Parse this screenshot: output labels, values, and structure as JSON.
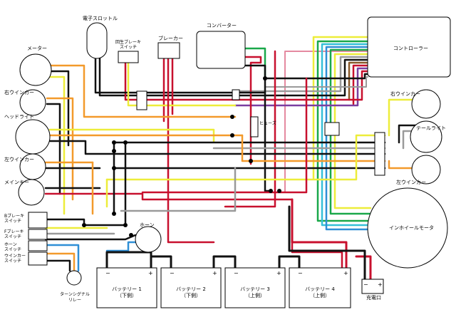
{
  "components": {
    "meter": "メーター",
    "right_winker_left": "右ウインカー",
    "headlight": "ヘッドライト",
    "left_winker_left": "左ウインカー",
    "main_key": "メインキー",
    "throttle": "電子スロットル",
    "rear_brake_switch_top_l1": "回生ブレーキ",
    "rear_brake_switch_top_l2": "スイッチ",
    "brake": "ブレーカー",
    "converter": "コンバーター",
    "controller": "コントローラー",
    "fuse": "ヒューズ",
    "right_winker_right": "右ウインカー",
    "tail_light": "テールライト",
    "left_winker_right": "左ウインカー",
    "in_wheel_motor": "インホイールモータ",
    "b_brake_l1": "Bブレーキ",
    "b_brake_l2": "スイッチ",
    "f_brake_l1": "Fブレーキ",
    "f_brake_l2": "スイッチ",
    "horn_switch_l1": "ホーン",
    "horn_switch_l2": "スイッチ",
    "winker_switch_l1": "ウインカー",
    "winker_switch_l2": "スイッチ",
    "horn": "ホーン",
    "turn_relay_l1": "ターンシグナル",
    "turn_relay_l2": "リレー",
    "charge_port": "充電口"
  },
  "batteries": [
    {
      "name": "バッテリー 1",
      "pos": "（下側）"
    },
    {
      "name": "バッテリー 2",
      "pos": "（下側）"
    },
    {
      "name": "バッテリー 3",
      "pos": "（上側）"
    },
    {
      "name": "バッテリー 4",
      "pos": "（上側）"
    }
  ],
  "terminals": {
    "minus": "−",
    "plus": "+"
  },
  "colors": {
    "black": "#111111",
    "red": "#c8102e",
    "orange": "#f39a2b",
    "yellow": "#eded3a",
    "blue": "#2f8fd6",
    "green": "#1aa84a",
    "gray": "#9a9a9a",
    "purple": "#7a3ea0",
    "pink": "#e48aa0",
    "brown": "#8a5a2b",
    "cyan": "#35c0d8"
  }
}
